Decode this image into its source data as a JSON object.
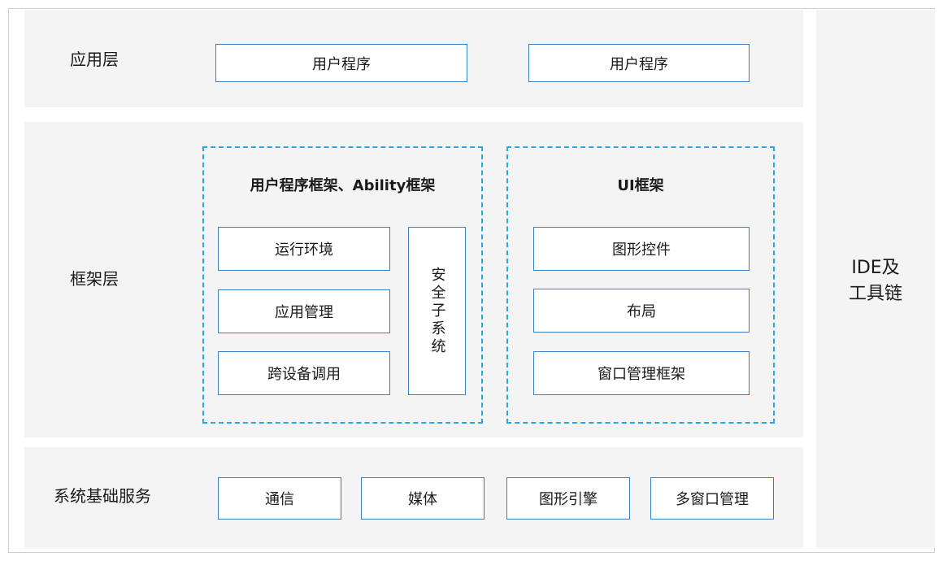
{
  "app_layer": {
    "label": "应用层",
    "programs": [
      "用户程序",
      "用户程序"
    ]
  },
  "framework_layer": {
    "label": "框架层",
    "user_framework": {
      "title": "用户程序框架、Ability框架",
      "items": [
        "运行环境",
        "应用管理",
        "跨设备调用"
      ],
      "security": "安全子系统"
    },
    "ui_framework": {
      "title": "UI框架",
      "items": [
        "图形控件",
        "布局",
        "窗口管理框架"
      ]
    }
  },
  "system_layer": {
    "label": "系统基础服务",
    "services": [
      "通信",
      "媒体",
      "图形引擎",
      "多窗口管理"
    ]
  },
  "ide": {
    "line1": "IDE及",
    "line2": "工具链"
  },
  "colors": {
    "box_border": "#3a7fc1",
    "dashed_border": "#29a8e0",
    "band_background": "#f4f4f4"
  }
}
